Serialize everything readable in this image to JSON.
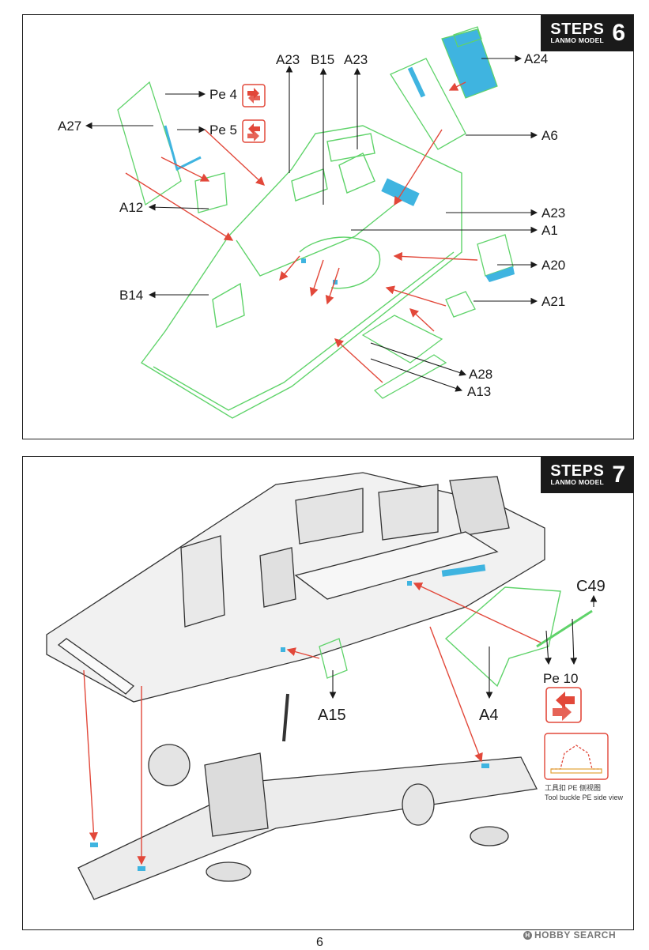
{
  "step6": {
    "steps_label": "STEPS",
    "brand": "LANMO MODEL",
    "number": "6",
    "labels": {
      "a23_left": "A23",
      "b15": "B15",
      "a23_mid": "A23",
      "a24": "A24",
      "pe4": "Pe 4",
      "pe5": "Pe 5",
      "a27": "A27",
      "a6": "A6",
      "a12": "A12",
      "a23_right": "A23",
      "a1": "A1",
      "a20": "A20",
      "b14": "B14",
      "a21": "A21",
      "a28": "A28",
      "a13": "A13"
    }
  },
  "step7": {
    "steps_label": "STEPS",
    "brand": "LANMO MODEL",
    "number": "7",
    "labels": {
      "c49": "C49",
      "pe10": "Pe 10",
      "a15": "A15",
      "a4": "A4"
    },
    "tool_buckle_cn": "工具扣 PE 侧视图",
    "tool_buckle_en": "Tool buckle PE side view"
  },
  "page_number": "6",
  "watermark": "HOBBY SEARCH",
  "watermark_mark": "H",
  "colors": {
    "part_green": "#5fd36a",
    "part_blue": "#3fb4e0",
    "arrow_red": "#e2483a",
    "pe_icon": "#e2483a"
  }
}
